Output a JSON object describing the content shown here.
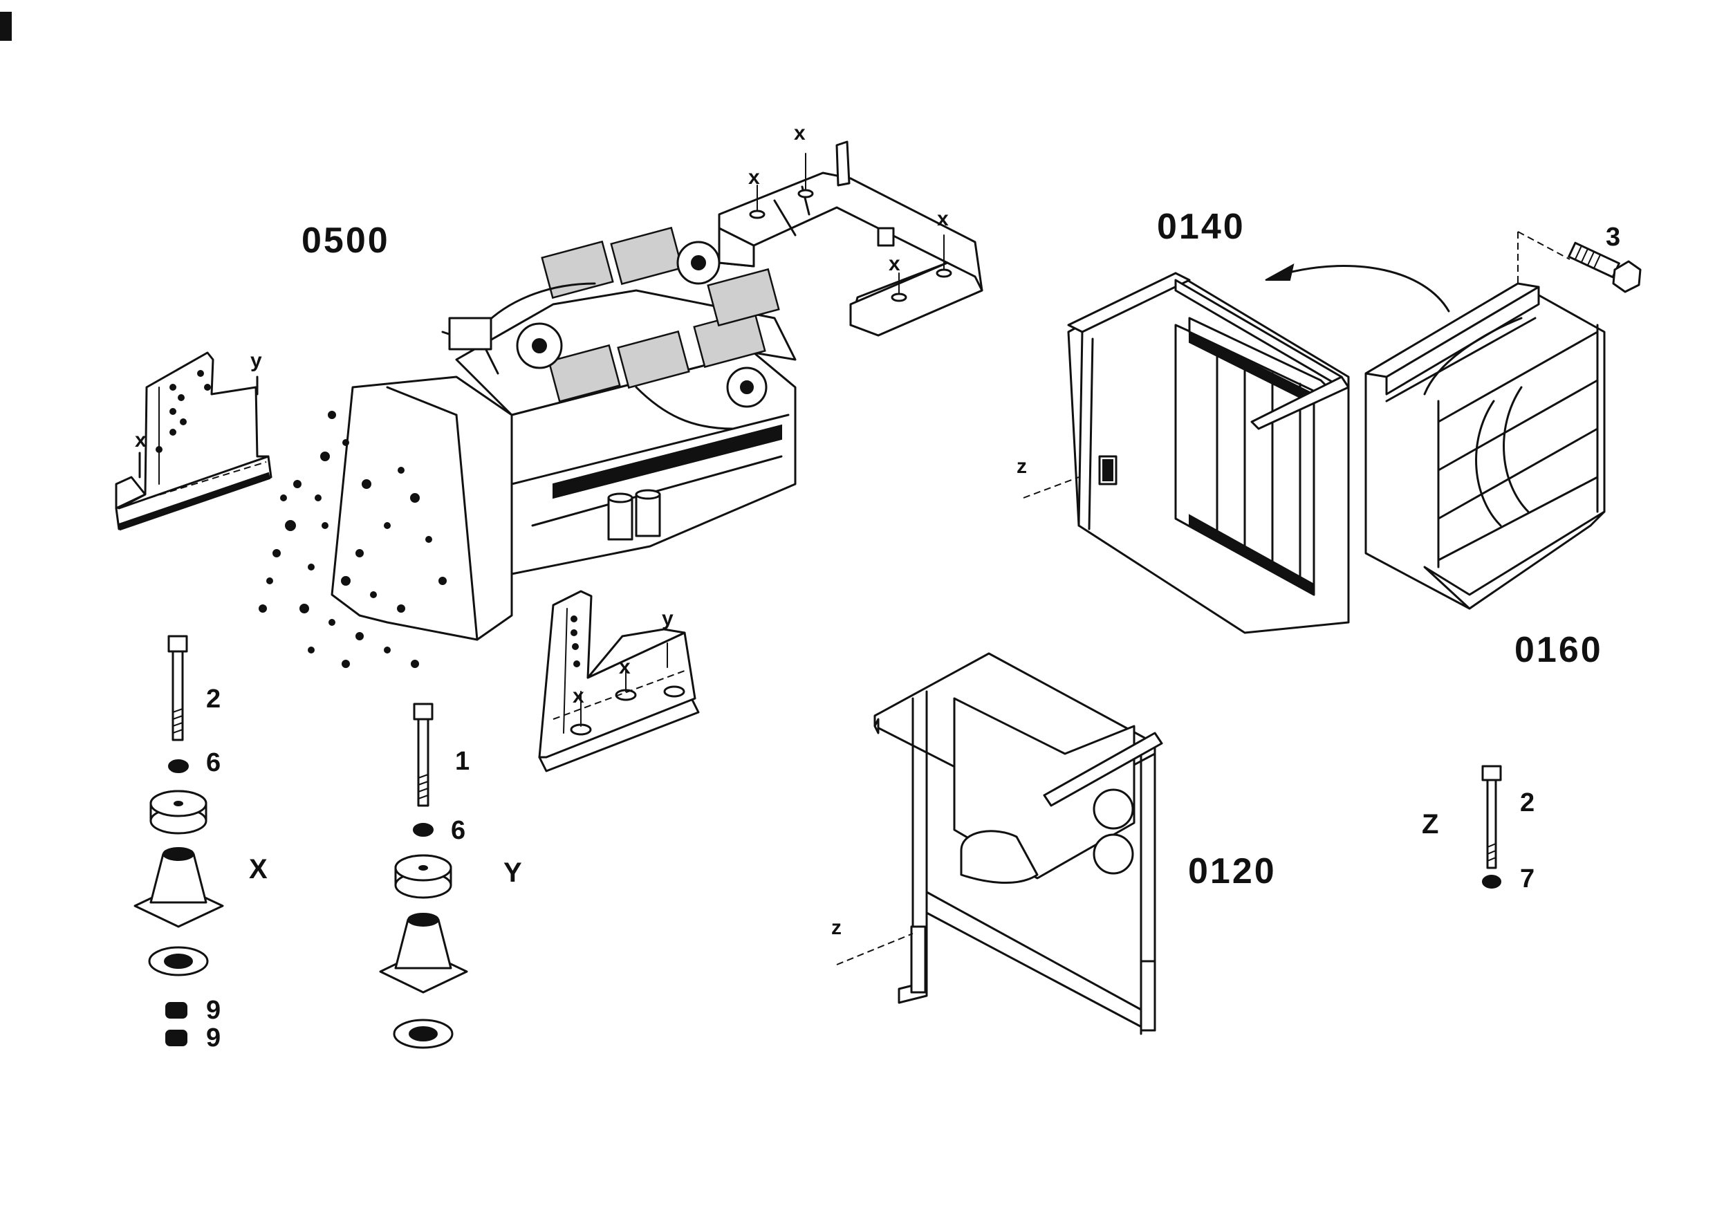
{
  "labels": {
    "group_0500": "0500",
    "group_0140": "0140",
    "group_0160": "0160",
    "group_0120": "0120",
    "part_2_left": "2",
    "part_6_left": "6",
    "part_9_a": "9",
    "part_9_b": "9",
    "part_1": "1",
    "part_6_mid": "6",
    "part_3": "3",
    "part_2_right": "2",
    "part_7": "7",
    "view_X": "X",
    "view_Y": "Y",
    "view_Z": "Z",
    "ref_x_left_bracket": "x",
    "ref_y_left_bracket": "y",
    "ref_x_top1": "x",
    "ref_x_top2": "x",
    "ref_x_top3": "x",
    "ref_x_top4": "x",
    "ref_y_mid": "y",
    "ref_x_mid1": "x",
    "ref_x_mid2": "x",
    "ref_z_0140": "z",
    "ref_z_0120": "z"
  },
  "icons": [
    "engine-illustration",
    "mounting-bracket",
    "radiator-frame",
    "fan-guard",
    "bolt",
    "washer",
    "rubber-mount",
    "nut",
    "arrow"
  ]
}
